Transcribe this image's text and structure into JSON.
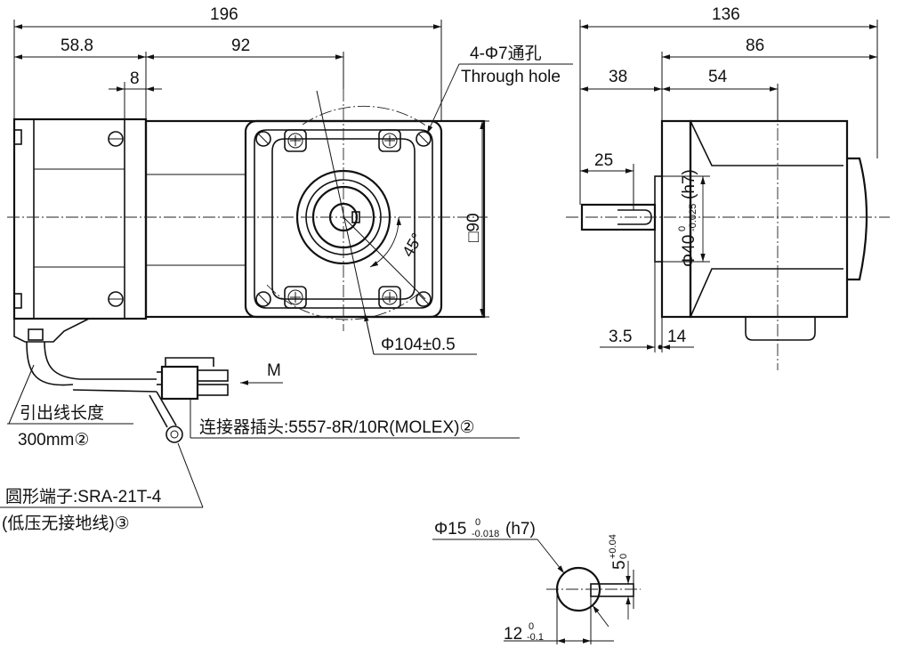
{
  "dimensions": {
    "overall_length": "196",
    "motor_length": "58.8",
    "gearhead_length": "92",
    "flange_thickness": "8",
    "side_width": "136",
    "side_body": "86",
    "side_shaft_to_flange": "38",
    "side_54": "54",
    "shaft_length": "25",
    "spigot_dia": "Φ40",
    "spigot_tol_upper": "0",
    "spigot_tol_lower": "-0.025",
    "spigot_fit": "(h7)",
    "square": "□90",
    "pcd": "Φ104±0.5",
    "angle": "45°",
    "dim_3_5": "3.5",
    "dim_14": "14",
    "shaft_dia": "Φ15",
    "shaft_tol_upper": "0",
    "shaft_tol_lower": "-0.018",
    "shaft_fit": "(h7)",
    "key_width": "5",
    "key_tol_upper": "+0.04",
    "key_tol_lower": "0",
    "key_depth": "12",
    "key_depth_tol_upper": "0",
    "key_depth_tol_lower": "-0.1"
  },
  "labels": {
    "holes_cn": "4-Φ7通孔",
    "holes_en": "Through hole",
    "lead_length": "引出线长度",
    "lead_value": "300mm②",
    "connector": "连接器插头:5557-8R/10R(MOLEX)②",
    "terminal": "圆形端子:SRA-21T-4",
    "terminal_note": "(低压无接地线)③",
    "motor_mark": "M"
  }
}
